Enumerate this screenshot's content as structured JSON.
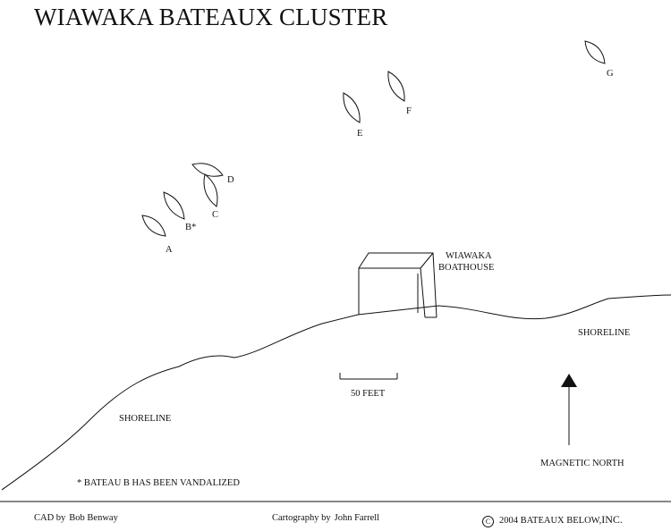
{
  "title": "WIAWAKA BATEAUX CLUSTER",
  "bateaux": [
    {
      "id": "A"
    },
    {
      "id": "B*"
    },
    {
      "id": "C"
    },
    {
      "id": "D"
    },
    {
      "id": "E"
    },
    {
      "id": "F"
    },
    {
      "id": "G"
    }
  ],
  "boathouse": {
    "line1": "WIAWAKA",
    "line2": "BOATHOUSE"
  },
  "shoreline_labels": [
    "SHORELINE",
    "SHORELINE"
  ],
  "scale": {
    "label": "50 FEET"
  },
  "north": {
    "label": "MAGNETIC NORTH"
  },
  "note": "* BATEAU B HAS BEEN VANDALIZED",
  "footer": {
    "cad_label": "CAD by",
    "cad_name": "Bob Benway",
    "carto_label": "Cartography  by",
    "carto_name": "John Farrell",
    "copyright_symbol": "C",
    "copyright_text": "2004  BATEAUX BELOW,",
    "copyright_suffix": "INC."
  }
}
